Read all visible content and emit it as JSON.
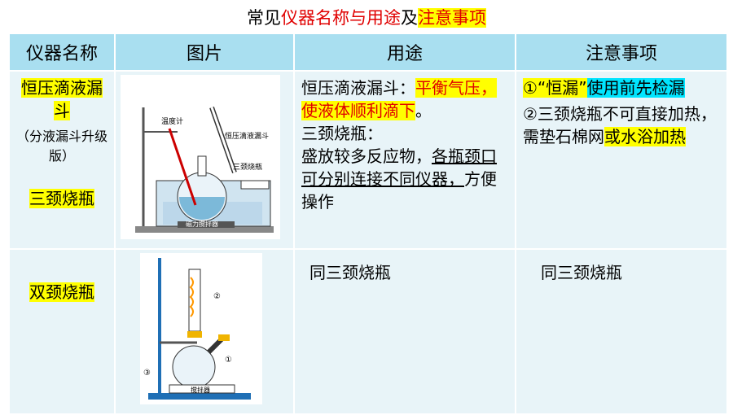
{
  "title": {
    "p1": "常见",
    "p2": "仪器名称与用途",
    "p3": "及",
    "p4": "注意事项"
  },
  "headers": [
    "仪器名称",
    "图片",
    "用途",
    "注意事项"
  ],
  "row1": {
    "name_a": "恒压滴液漏斗",
    "name_sub": "（分液漏斗升级版）",
    "name_b": "三颈烧瓶",
    "fig_labels": {
      "thermo": "温度计",
      "funnel": "恒压滴液漏斗",
      "flask": "三颈烧瓶",
      "stirrer": "磁力搅拌器"
    },
    "use_l1": "恒压滴液漏斗：",
    "use_hl": "平衡气压，使液体顺利滴下",
    "use_end": "。",
    "use_l2": "三颈烧瓶：",
    "use_l3a": "盛放较多反应物，",
    "use_l3b": "各瓶颈口可分别连接不同仪器，",
    "use_l3c": "方便操作",
    "note_1a": "①“恒漏”",
    "note_1b": "使用前先检漏",
    "note_2a": "②三颈烧瓶不可直接加热，需垫石棉网",
    "note_2b": "或水浴加热"
  },
  "row2": {
    "name": "双颈烧瓶",
    "fig_labels": {
      "n1": "①",
      "n2": "②",
      "n3": "③",
      "stirrer": "搅拌器"
    },
    "use": "同三颈烧瓶",
    "note": "同三颈烧瓶"
  }
}
